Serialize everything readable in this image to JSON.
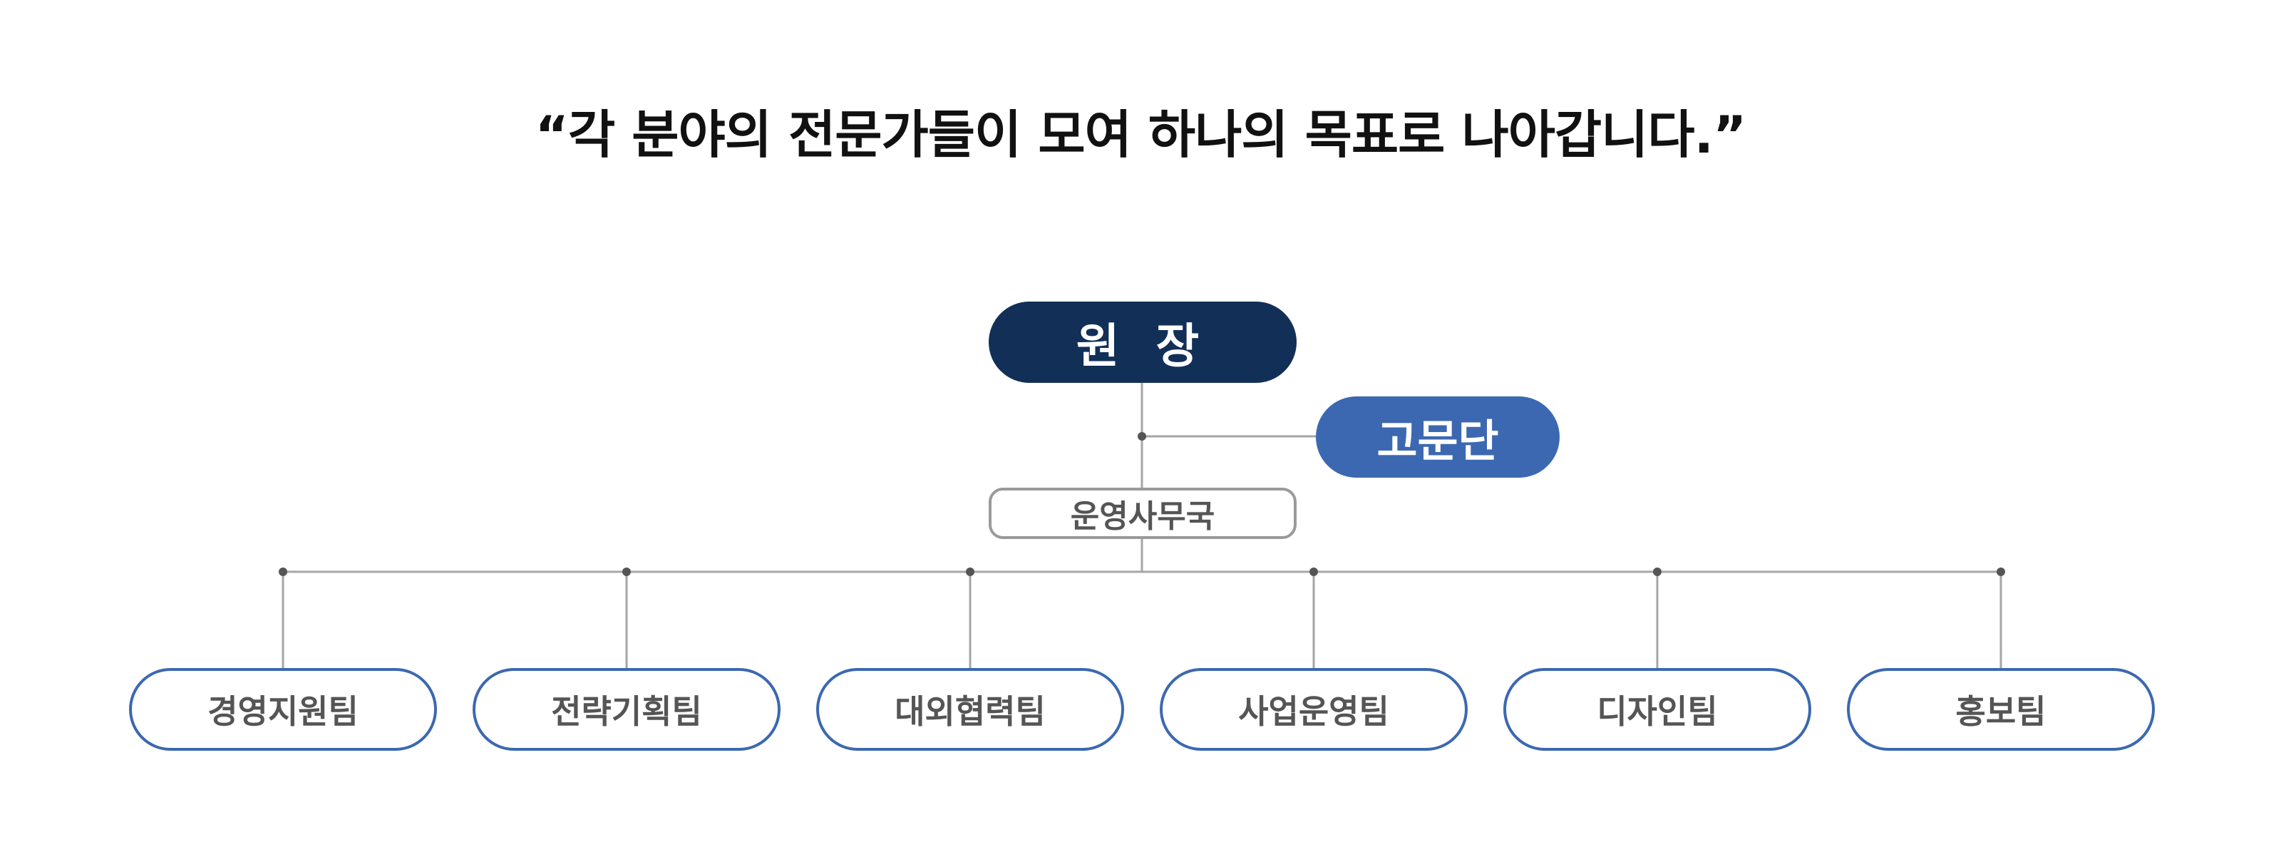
{
  "slogan": "“각 분야의 전문가들이 모여 하나의 목표로 나아갑니다.”",
  "org": {
    "director": "원 장",
    "advisory": "고문단",
    "office": "운영사무국",
    "teams": [
      "경영지원팀",
      "전략기획팀",
      "대외협력팀",
      "사업운영팀",
      "디자인팀",
      "홍보팀"
    ]
  },
  "colors": {
    "director_fill": "#122f57",
    "advisory_fill": "#3c68b1",
    "team_border": "#3c68b1",
    "office_border": "#9a9a9a",
    "connector": "#a6a6a6",
    "connector_dot": "#555555"
  }
}
